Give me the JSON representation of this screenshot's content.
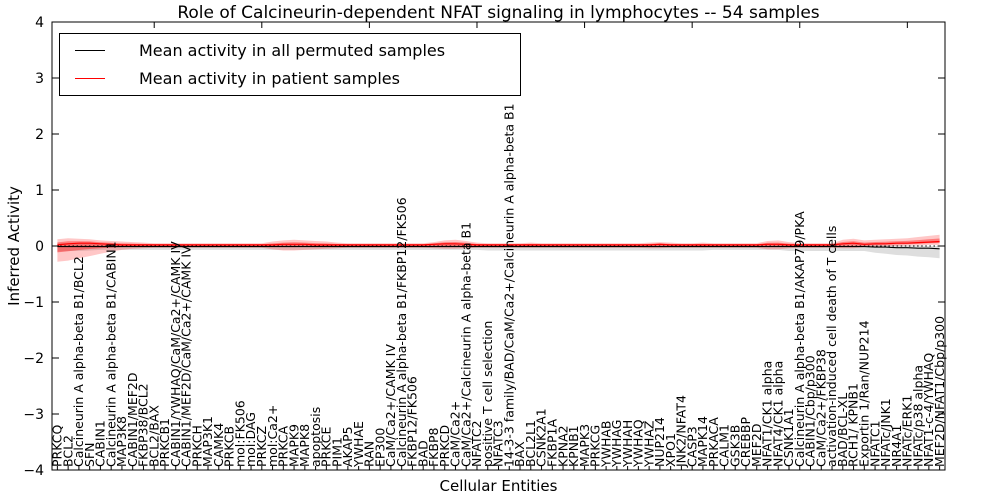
{
  "title": "Role of Calcineurin-dependent NFAT signaling in lymphocytes -- 54 samples",
  "axes": {
    "x_label": "Cellular Entities",
    "y_label": "Inferred Activity"
  },
  "legend": {
    "items": [
      {
        "label": "Mean activity in all permuted samples",
        "color": "#000000"
      },
      {
        "label": "Mean activity in patient samples",
        "color": "#ff0000"
      }
    ]
  },
  "chart_data": {
    "type": "line",
    "title": "Role of Calcineurin-dependent NFAT signaling in lymphocytes -- 54 samples",
    "xlabel": "Cellular Entities",
    "ylabel": "Inferred Activity",
    "ylim": [
      -4,
      4
    ],
    "y_ticks": [
      4,
      3,
      2,
      1,
      0,
      -1,
      -2,
      -3,
      -4
    ],
    "grid": false,
    "legend_position": "upper left",
    "zero_line": true,
    "categories": [
      "PRKCQ",
      "BCL2",
      "Calcineurin A alpha-beta B1/BCL2",
      "SFN",
      "CABIN1",
      "Calcineurin A alpha-beta B1/CABIN1",
      "MAP3K8",
      "CABIN1/MEF2D",
      "FKBP38/BCL2",
      "BCL2/BAX",
      "PRKCB1",
      "CABIN1/YWHAQ/CaM/Ca2+/CAMK IV",
      "CABIN1/MEF2D/CaM/Ca2+/CAMK IV",
      "PRKCH",
      "MAP3K1",
      "CAMK4",
      "PRKCB",
      "mol:FK506",
      "mol:DAG",
      "PRKCZ",
      "mol:Ca2+",
      "PRKCA",
      "MAPK9",
      "MAPK8",
      "apoptosis",
      "PRKCE",
      "PIM1",
      "AKAP5",
      "YWHAE",
      "RAN",
      "EP300",
      "CaM/Ca2+/CAMK IV",
      "Calcineurin A alpha-beta B1/FKBP12/FK506",
      "FKBP12/FK506",
      "BAD",
      "FKBP8",
      "PRKCD",
      "CaM/Ca2+",
      "CaM/Ca2+/Calcineurin A alpha-beta B1",
      "NFATC2",
      "positive T cell selection",
      "NFATC3",
      "14-3-3 family/BAD/CaM/Ca2+/Calcineurin A alpha-beta B1",
      "BAX",
      "BCL2L1",
      "CSNK2A1",
      "FKBP1A",
      "KPNA2",
      "KPNB1",
      "MAPK3",
      "PRKCG",
      "YWHAB",
      "YWHAG",
      "YWHAH",
      "YWHAQ",
      "YWHAZ",
      "NUP214",
      "XPO1",
      "JNK2/NFAT4",
      "CASP3",
      "MAPK14",
      "PRKACA",
      "CALM1",
      "GSK3B",
      "CREBBP",
      "MEF2D",
      "NFAT1/CK1 alpha",
      "NFAT4/CK1 alpha",
      "CSNK1A1",
      "Calcineurin A alpha-beta B1/AKAP79/PKA",
      "CABIN1/Cbp/p300",
      "CaM/Ca2+/FKBP38",
      "activation-induced cell death of T cells",
      "BAD/BCL-XL",
      "RCH1/ KPNB1",
      "Exportin 1/Ran/NUP214",
      "NFATC1",
      "NFATc/JNK1",
      "NR4A1",
      "NFATc/ERK1",
      "NFATc/p38 alpha",
      "NFAT1-c-4/YWHAQ",
      "MEF2D/NFAT1/Cbp/p300"
    ],
    "series": [
      {
        "name": "Mean activity in all permuted samples",
        "color": "#000000",
        "band_color": "rgba(0,0,0,0.13)",
        "mean": [
          -0.01,
          -0.01,
          -0.01,
          -0.01,
          -0.01,
          -0.01,
          -0.01,
          -0.01,
          -0.01,
          -0.01,
          -0.01,
          -0.01,
          -0.01,
          -0.01,
          -0.01,
          -0.01,
          -0.01,
          -0.01,
          -0.01,
          -0.01,
          -0.01,
          -0.01,
          -0.01,
          -0.01,
          -0.01,
          -0.01,
          -0.01,
          -0.01,
          -0.01,
          -0.01,
          -0.01,
          -0.01,
          -0.01,
          -0.01,
          -0.01,
          -0.01,
          -0.01,
          -0.01,
          -0.01,
          -0.01,
          -0.01,
          -0.01,
          -0.01,
          -0.01,
          -0.01,
          -0.01,
          -0.01,
          -0.01,
          -0.01,
          -0.01,
          -0.01,
          -0.01,
          -0.01,
          -0.01,
          -0.01,
          -0.01,
          -0.01,
          -0.01,
          -0.01,
          -0.01,
          -0.01,
          -0.01,
          -0.01,
          -0.01,
          -0.01,
          -0.01,
          -0.01,
          -0.01,
          -0.01,
          -0.01,
          -0.01,
          -0.01,
          -0.01,
          -0.01,
          -0.01,
          -0.01,
          -0.02,
          -0.02,
          -0.03,
          -0.03,
          -0.04,
          -0.04,
          -0.05
        ],
        "upper": [
          0.05,
          0.05,
          0.05,
          0.05,
          0.05,
          0.04,
          0.03,
          0.03,
          0.03,
          0.03,
          0.03,
          0.03,
          0.03,
          0.03,
          0.03,
          0.03,
          0.03,
          0.03,
          0.03,
          0.03,
          0.03,
          0.03,
          0.03,
          0.03,
          0.03,
          0.03,
          0.03,
          0.03,
          0.03,
          0.03,
          0.03,
          0.03,
          0.03,
          0.03,
          0.03,
          0.03,
          0.03,
          0.03,
          0.03,
          0.03,
          0.03,
          0.03,
          0.03,
          0.03,
          0.03,
          0.03,
          0.03,
          0.03,
          0.03,
          0.03,
          0.03,
          0.03,
          0.03,
          0.03,
          0.03,
          0.03,
          0.03,
          0.03,
          0.03,
          0.03,
          0.03,
          0.03,
          0.03,
          0.03,
          0.03,
          0.03,
          0.03,
          0.03,
          0.03,
          0.03,
          0.03,
          0.03,
          0.03,
          0.03,
          0.03,
          0.03,
          0.02,
          0.02,
          0.01,
          0.01,
          0.01,
          0.0,
          0.0
        ],
        "lower": [
          -0.1,
          -0.09,
          -0.09,
          -0.08,
          -0.07,
          -0.07,
          -0.07,
          -0.07,
          -0.07,
          -0.07,
          -0.07,
          -0.07,
          -0.07,
          -0.07,
          -0.07,
          -0.07,
          -0.07,
          -0.07,
          -0.07,
          -0.07,
          -0.07,
          -0.07,
          -0.07,
          -0.07,
          -0.07,
          -0.07,
          -0.07,
          -0.07,
          -0.07,
          -0.07,
          -0.07,
          -0.07,
          -0.07,
          -0.07,
          -0.07,
          -0.07,
          -0.07,
          -0.07,
          -0.07,
          -0.07,
          -0.08,
          -0.08,
          -0.08,
          -0.08,
          -0.08,
          -0.08,
          -0.08,
          -0.08,
          -0.08,
          -0.08,
          -0.08,
          -0.08,
          -0.08,
          -0.08,
          -0.08,
          -0.08,
          -0.08,
          -0.08,
          -0.08,
          -0.08,
          -0.08,
          -0.07,
          -0.07,
          -0.07,
          -0.07,
          -0.07,
          -0.07,
          -0.07,
          -0.09,
          -0.09,
          -0.09,
          -0.09,
          -0.09,
          -0.09,
          -0.09,
          -0.09,
          -0.12,
          -0.14,
          -0.16,
          -0.17,
          -0.19,
          -0.2,
          -0.22
        ]
      },
      {
        "name": "Mean activity in patient samples",
        "color": "#ff0000",
        "band_color": "rgba(255,0,0,0.22)",
        "inner_band_color": "rgba(255,0,0,0.38)",
        "mean": [
          0.02,
          0.04,
          0.05,
          0.05,
          0.04,
          0.03,
          0.02,
          0.02,
          0.02,
          0.02,
          0.02,
          0.02,
          0.02,
          0.02,
          0.02,
          0.02,
          0.02,
          0.02,
          0.02,
          0.02,
          0.02,
          0.03,
          0.03,
          0.03,
          0.02,
          0.02,
          0.02,
          0.02,
          0.02,
          0.02,
          0.02,
          0.02,
          0.02,
          0.02,
          0.02,
          0.03,
          0.04,
          0.04,
          0.03,
          0.02,
          0.02,
          0.02,
          0.02,
          0.02,
          0.02,
          0.02,
          0.02,
          0.02,
          0.02,
          0.02,
          0.02,
          0.02,
          0.02,
          0.02,
          0.02,
          0.02,
          0.03,
          0.02,
          0.02,
          0.02,
          0.02,
          0.02,
          0.02,
          0.02,
          0.02,
          0.02,
          0.03,
          0.03,
          0.02,
          0.02,
          0.02,
          0.02,
          0.02,
          0.04,
          0.05,
          0.03,
          0.04,
          0.04,
          0.05,
          0.05,
          0.06,
          0.07,
          0.08
        ],
        "upper": [
          0.12,
          0.14,
          0.13,
          0.12,
          0.1,
          0.09,
          0.08,
          0.07,
          0.06,
          0.05,
          0.05,
          0.05,
          0.05,
          0.05,
          0.05,
          0.05,
          0.05,
          0.05,
          0.05,
          0.05,
          0.08,
          0.1,
          0.11,
          0.1,
          0.09,
          0.08,
          0.06,
          0.05,
          0.05,
          0.05,
          0.05,
          0.05,
          0.05,
          0.05,
          0.05,
          0.07,
          0.1,
          0.11,
          0.09,
          0.06,
          0.05,
          0.05,
          0.05,
          0.05,
          0.06,
          0.05,
          0.05,
          0.05,
          0.05,
          0.05,
          0.05,
          0.05,
          0.05,
          0.05,
          0.05,
          0.06,
          0.07,
          0.06,
          0.05,
          0.05,
          0.06,
          0.05,
          0.05,
          0.05,
          0.05,
          0.05,
          0.09,
          0.1,
          0.07,
          0.05,
          0.05,
          0.05,
          0.05,
          0.11,
          0.13,
          0.1,
          0.11,
          0.12,
          0.13,
          0.14,
          0.16,
          0.18,
          0.2
        ],
        "lower": [
          -0.28,
          -0.26,
          -0.22,
          -0.18,
          -0.14,
          -0.1,
          -0.07,
          -0.05,
          -0.04,
          -0.03,
          -0.03,
          -0.03,
          -0.03,
          -0.03,
          -0.03,
          -0.03,
          -0.03,
          -0.03,
          -0.03,
          -0.03,
          -0.06,
          -0.08,
          -0.08,
          -0.07,
          -0.06,
          -0.05,
          -0.04,
          -0.03,
          -0.03,
          -0.03,
          -0.03,
          -0.03,
          -0.03,
          -0.03,
          -0.03,
          -0.04,
          -0.05,
          -0.05,
          -0.04,
          -0.03,
          -0.03,
          -0.03,
          -0.03,
          -0.03,
          -0.03,
          -0.03,
          -0.03,
          -0.03,
          -0.03,
          -0.03,
          -0.03,
          -0.03,
          -0.03,
          -0.03,
          -0.03,
          -0.04,
          -0.04,
          -0.03,
          -0.03,
          -0.03,
          -0.03,
          -0.03,
          -0.03,
          -0.03,
          -0.03,
          -0.03,
          -0.06,
          -0.06,
          -0.04,
          -0.03,
          -0.03,
          -0.03,
          -0.03,
          -0.04,
          -0.04,
          -0.02,
          -0.01,
          0.0,
          0.0,
          0.01,
          0.01,
          0.02,
          0.02
        ]
      }
    ]
  }
}
